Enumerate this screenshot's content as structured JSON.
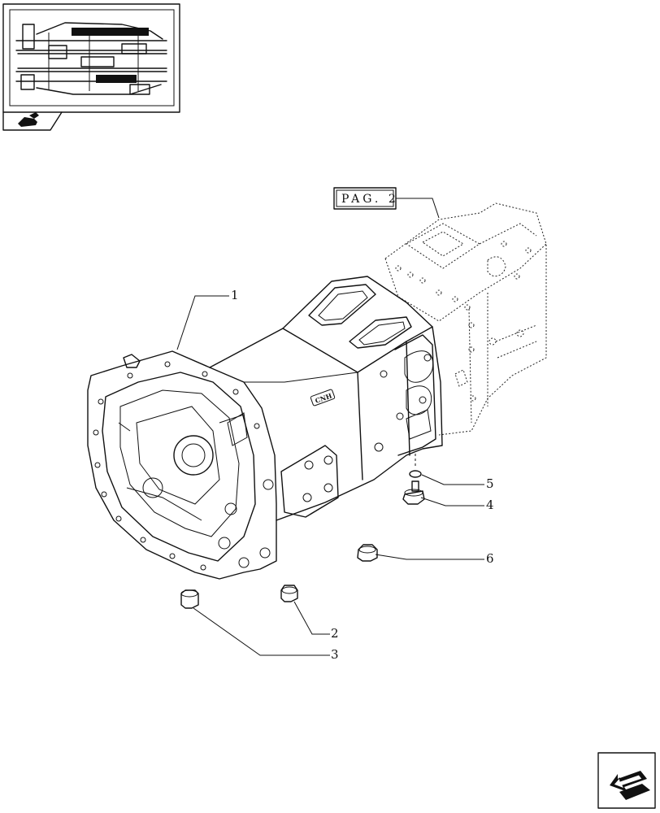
{
  "reference_box": {
    "text": "PAG. 2"
  },
  "housing_marking": "CNH",
  "callouts": [
    {
      "id": "1",
      "label": "1"
    },
    {
      "id": "2",
      "label": "2"
    },
    {
      "id": "3",
      "label": "3"
    },
    {
      "id": "4",
      "label": "4"
    },
    {
      "id": "5",
      "label": "5"
    },
    {
      "id": "6",
      "label": "6"
    }
  ],
  "icons": {
    "thumbnail": "transmission-section-thumbnail-icon",
    "thumb_badge": "tractor-symbol-icon",
    "nav": "next-page-arrow-icon"
  }
}
